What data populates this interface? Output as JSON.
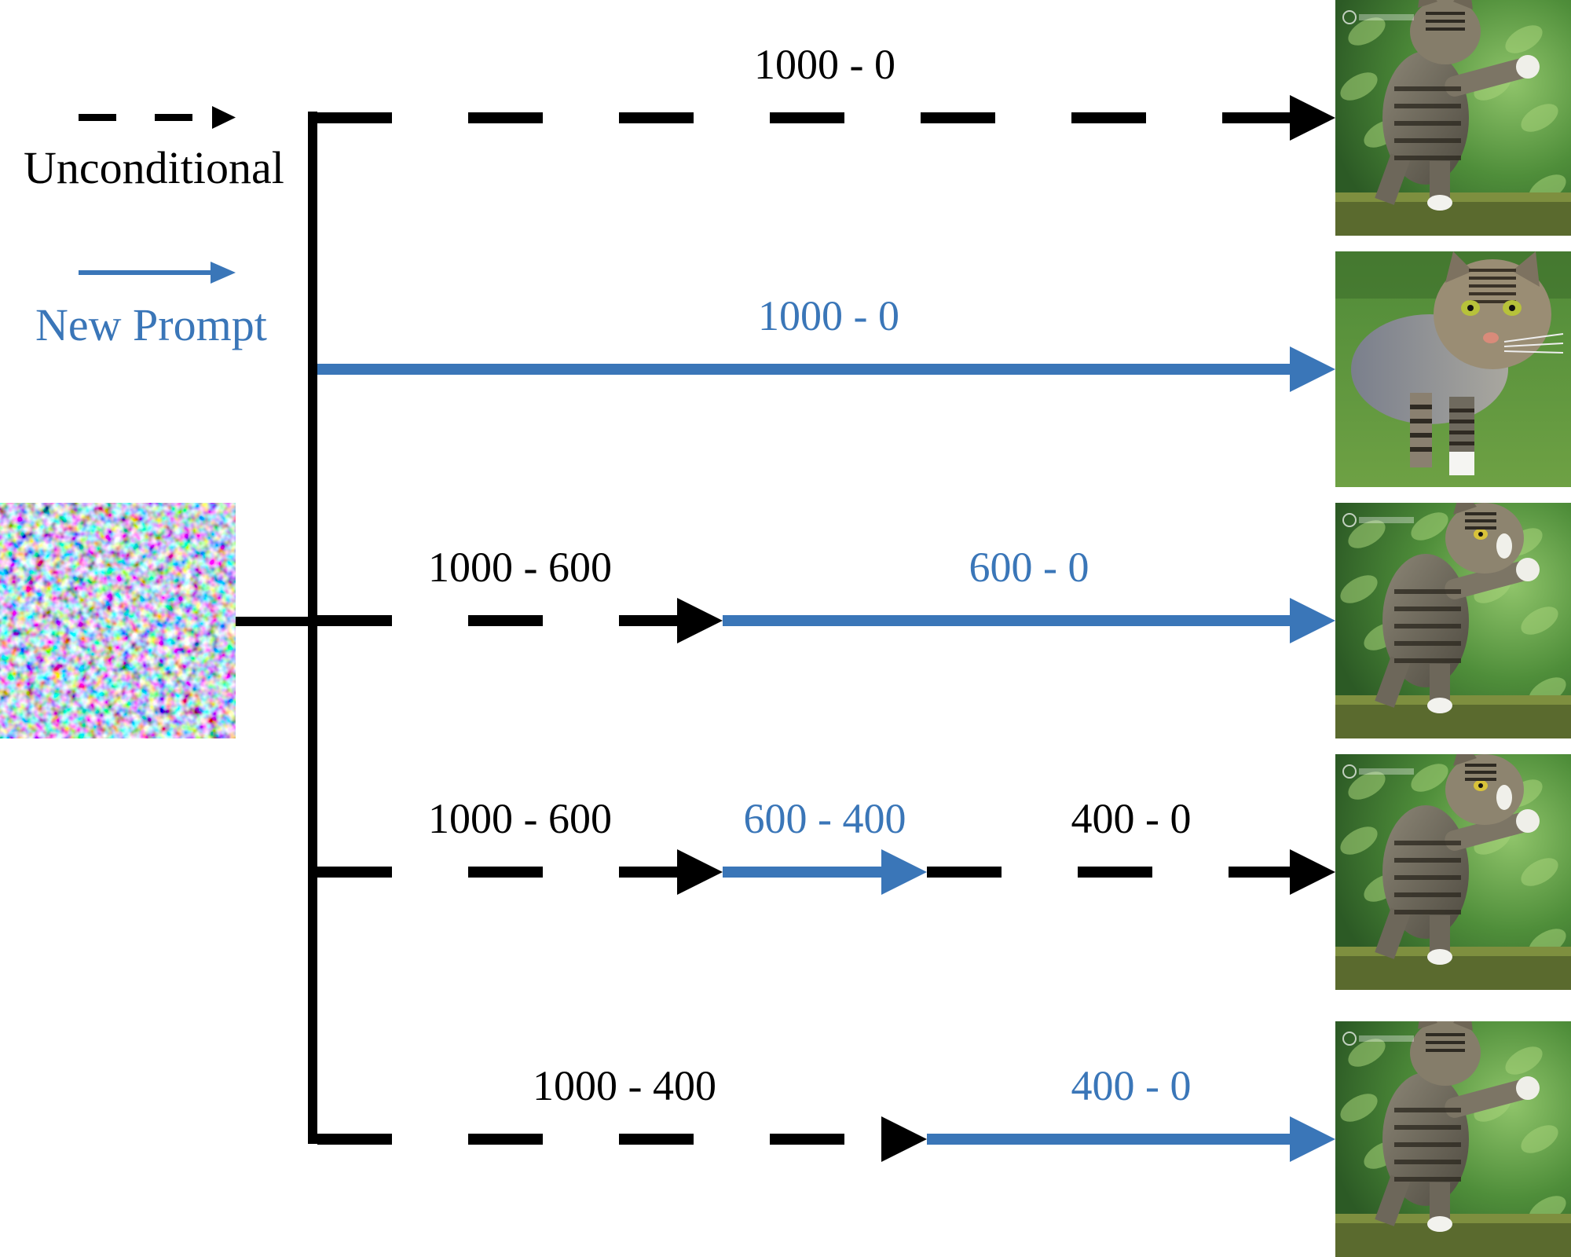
{
  "colors": {
    "unconditional": "#000000",
    "new_prompt": "#3a76b8"
  },
  "legend": {
    "unconditional": {
      "label": "Unconditional",
      "style": "dashed-arrow"
    },
    "new_prompt": {
      "label": "New Prompt",
      "style": "solid-arrow"
    }
  },
  "input": {
    "kind": "noise-image"
  },
  "rows": [
    {
      "segments": [
        {
          "label": "1000 - 0",
          "mode": "unconditional"
        }
      ],
      "output": {
        "kind": "cat-image",
        "variant": "stand"
      }
    },
    {
      "segments": [
        {
          "label": "1000 - 0",
          "mode": "new_prompt"
        }
      ],
      "output": {
        "kind": "cat-image",
        "variant": "walk"
      }
    },
    {
      "segments": [
        {
          "label": "1000 - 600",
          "mode": "unconditional"
        },
        {
          "label": "600 - 0",
          "mode": "new_prompt"
        }
      ],
      "output": {
        "kind": "cat-image",
        "variant": "stand-face"
      }
    },
    {
      "segments": [
        {
          "label": "1000 - 600",
          "mode": "unconditional"
        },
        {
          "label": "600 - 400",
          "mode": "new_prompt"
        },
        {
          "label": "400 - 0",
          "mode": "unconditional"
        }
      ],
      "output": {
        "kind": "cat-image",
        "variant": "stand-face"
      }
    },
    {
      "segments": [
        {
          "label": "1000 - 400",
          "mode": "unconditional"
        },
        {
          "label": "400 - 0",
          "mode": "new_prompt"
        }
      ],
      "output": {
        "kind": "cat-image",
        "variant": "stand"
      }
    }
  ]
}
